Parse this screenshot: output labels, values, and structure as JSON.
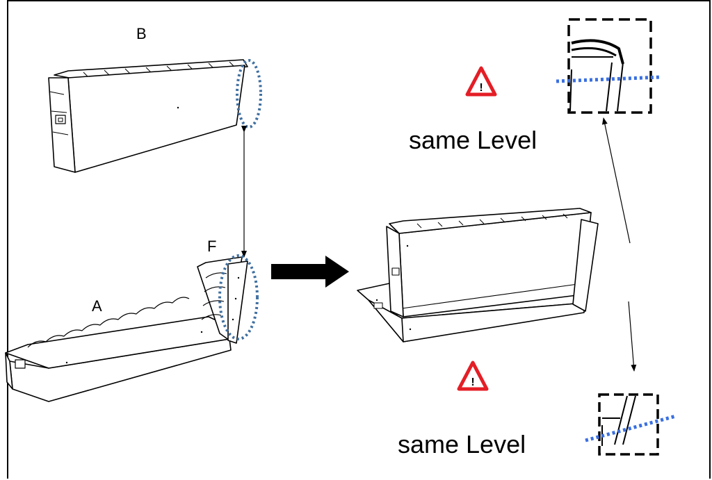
{
  "labels": {
    "part_b": "B",
    "part_f": "F",
    "part_a": "A"
  },
  "notes": {
    "top": "same Level",
    "bottom": "same Level"
  },
  "warnings": {
    "glyph": "!",
    "color": "#e41e26"
  },
  "icons": [
    "warning-triangle-icon",
    "arrow-right-icon",
    "dashed-ellipse-highlight",
    "dashed-zoom-box"
  ],
  "colors": {
    "highlight_dotted": "#3f6fa0",
    "level_line": "#3a6fe0",
    "outline": "#000000"
  }
}
